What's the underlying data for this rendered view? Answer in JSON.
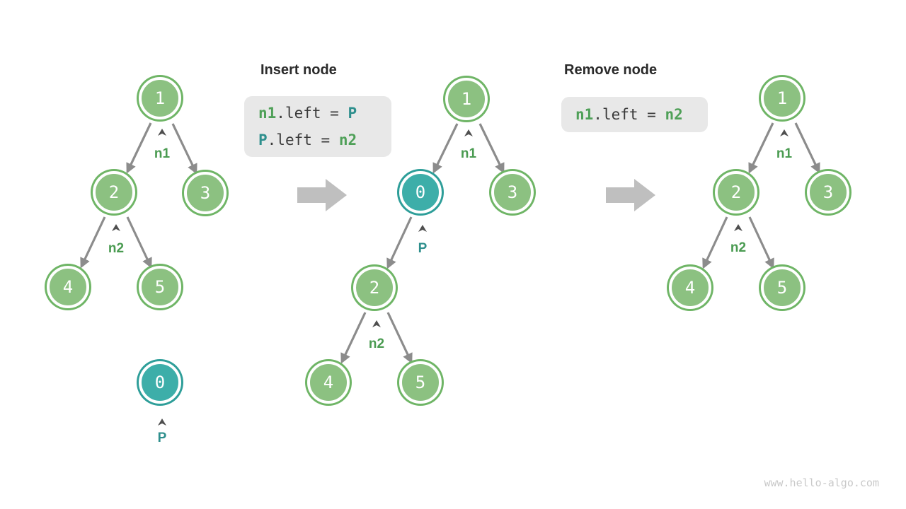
{
  "colors": {
    "node_green_fill": "#8CC181",
    "node_green_border": "#6FB566",
    "node_teal_fill": "#3DAEA9",
    "node_teal_border": "#2E9E99",
    "edge_gray": "#8C8C8C",
    "caret_gray": "#4F4F4F",
    "label_green": "#4A9B51",
    "label_teal": "#2E8F8D",
    "code_green": "#4FA058",
    "code_teal": "#2E8F8D",
    "code_bg": "#E8E8E8",
    "code_text": "#3A3A3A",
    "heading_text": "#2B2B2B",
    "block_arrow_gray": "#BFBFBF",
    "watermark_gray": "#C9C9C9"
  },
  "sections": {
    "insert": {
      "heading": "Insert node",
      "code": {
        "line1": {
          "var1": "n1",
          "mid": ".left = ",
          "var2": "P"
        },
        "line2": {
          "var1": "P",
          "mid": ".left = ",
          "var2": "n2"
        }
      }
    },
    "remove": {
      "heading": "Remove node",
      "code": {
        "line1": {
          "var1": "n1",
          "mid": ".left = ",
          "var2": "n2"
        }
      }
    }
  },
  "trees": {
    "before": {
      "nodes": {
        "n1": "1",
        "n2": "2",
        "n3": "3",
        "n4": "4",
        "n5": "5",
        "p": "0"
      },
      "labels": {
        "n1": "n1",
        "n2": "n2",
        "p": "P"
      }
    },
    "after_insert": {
      "nodes": {
        "n1": "1",
        "p": "0",
        "n3": "3",
        "n2": "2",
        "n4": "4",
        "n5": "5"
      },
      "labels": {
        "n1": "n1",
        "p": "P",
        "n2": "n2"
      }
    },
    "after_remove": {
      "nodes": {
        "n1": "1",
        "n2": "2",
        "n3": "3",
        "n4": "4",
        "n5": "5"
      },
      "labels": {
        "n1": "n1",
        "n2": "n2"
      }
    }
  },
  "watermark": "www.hello-algo.com"
}
